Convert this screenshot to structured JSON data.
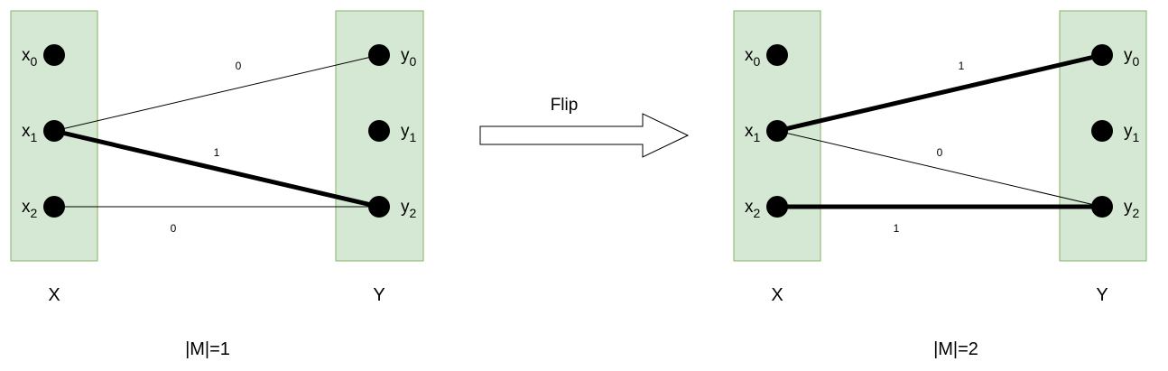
{
  "colors": {
    "set_fill": "#d5e8d4",
    "set_stroke": "#82b366",
    "node": "#000000",
    "edge": "#000000",
    "arrow_fill": "#ffffff"
  },
  "arrow_label": "Flip",
  "panels": [
    {
      "set_x_label": "X",
      "set_y_label": "Y",
      "matching_size": "|M|=1",
      "left_nodes": [
        {
          "base": "x",
          "sub": "0"
        },
        {
          "base": "x",
          "sub": "1"
        },
        {
          "base": "x",
          "sub": "2"
        }
      ],
      "right_nodes": [
        {
          "base": "y",
          "sub": "0"
        },
        {
          "base": "y",
          "sub": "1"
        },
        {
          "base": "y",
          "sub": "2"
        }
      ],
      "edges": [
        {
          "from": "x1",
          "to": "y0",
          "label": "0",
          "matched": false
        },
        {
          "from": "x1",
          "to": "y2",
          "label": "1",
          "matched": true
        },
        {
          "from": "x2",
          "to": "y2",
          "label": "0",
          "matched": false
        }
      ]
    },
    {
      "set_x_label": "X",
      "set_y_label": "Y",
      "matching_size": "|M|=2",
      "left_nodes": [
        {
          "base": "x",
          "sub": "0"
        },
        {
          "base": "x",
          "sub": "1"
        },
        {
          "base": "x",
          "sub": "2"
        }
      ],
      "right_nodes": [
        {
          "base": "y",
          "sub": "0"
        },
        {
          "base": "y",
          "sub": "1"
        },
        {
          "base": "y",
          "sub": "2"
        }
      ],
      "edges": [
        {
          "from": "x1",
          "to": "y0",
          "label": "1",
          "matched": true
        },
        {
          "from": "x1",
          "to": "y2",
          "label": "0",
          "matched": false
        },
        {
          "from": "x2",
          "to": "y2",
          "label": "1",
          "matched": true
        }
      ]
    }
  ]
}
